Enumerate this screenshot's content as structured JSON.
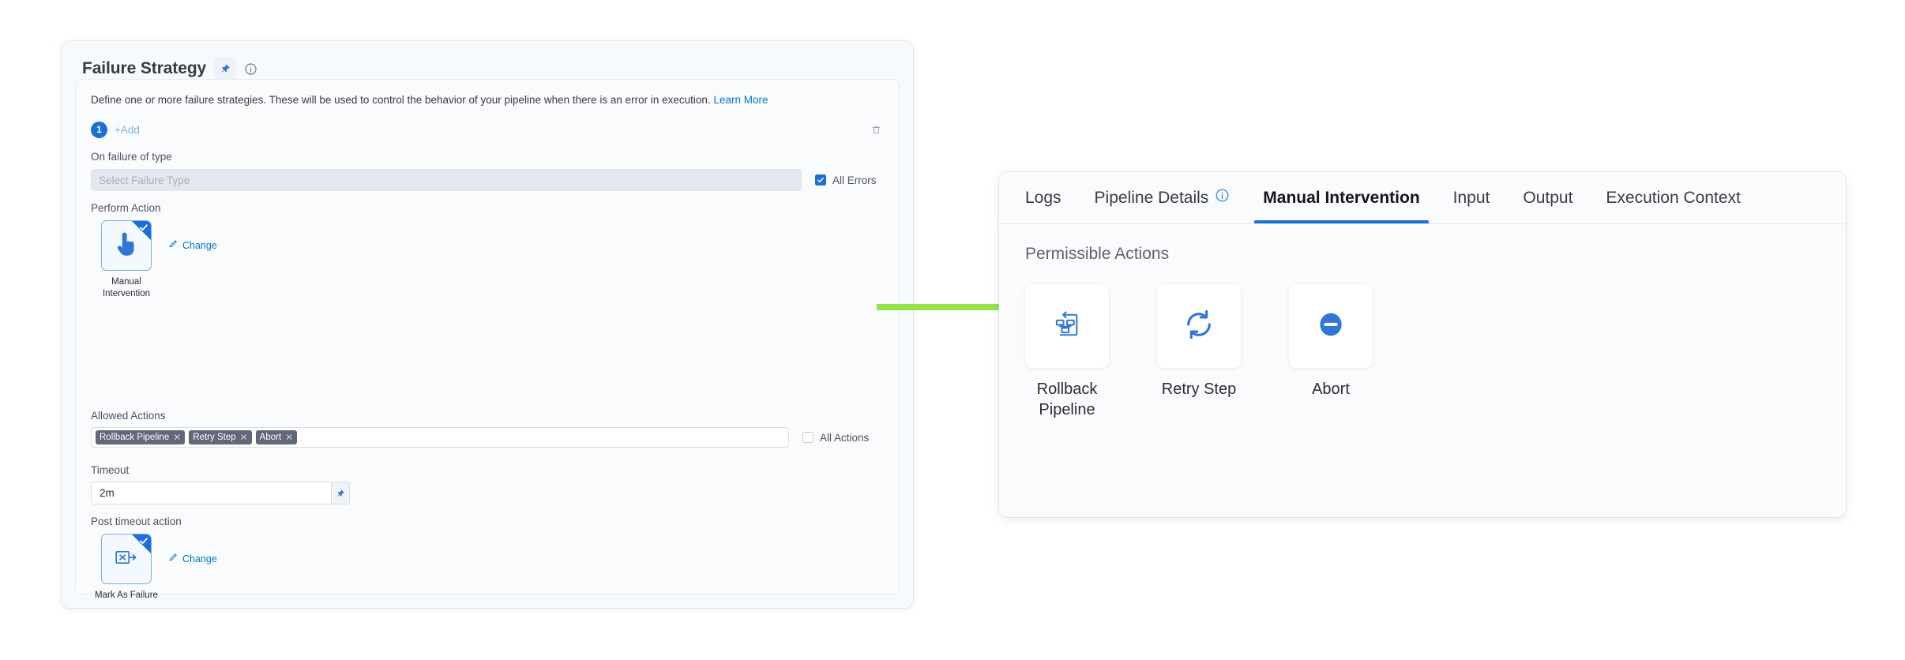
{
  "left_card": {
    "title": "Failure Strategy",
    "pin_icon": "pin-icon",
    "info_icon": "info-icon",
    "description": "Define one or more failure strategies. These will be used to control the behavior of your pipeline when there is an error in execution.",
    "learn_more": "Learn More",
    "strategy_index": "1",
    "add_label": "+Add",
    "delete_icon": "trash-icon",
    "fields": {
      "failure_type": {
        "label": "On failure of type",
        "value": "",
        "placeholder": "Select Failure Type",
        "checkbox_label": "All Errors",
        "checkbox_checked": true
      },
      "perform_action": {
        "label": "Perform Action",
        "selected_tile": "Manual\nIntervention",
        "selected_icon": "pointing-hand-icon",
        "change_label": "Change",
        "change_icon": "pencil-icon",
        "selected": true
      },
      "allowed_actions": {
        "label": "Allowed Actions",
        "tags": [
          "Rollback Pipeline",
          "Retry Step",
          "Abort"
        ],
        "checkbox_label": "All Actions",
        "checkbox_checked": false
      },
      "timeout": {
        "label": "Timeout",
        "value": "2m",
        "pin_icon": "pin-icon"
      },
      "post_timeout_action": {
        "label": "Post timeout action",
        "selected_tile": "Mark As\nFailure",
        "selected_icon": "mark-as-failure-icon",
        "change_label": "Change",
        "change_icon": "pencil-icon",
        "selected": true
      }
    }
  },
  "right_panel": {
    "tabs": [
      {
        "label": "Logs",
        "active": false,
        "icon": null
      },
      {
        "label": "Pipeline Details",
        "active": false,
        "icon": "info-icon"
      },
      {
        "label": "Manual Intervention",
        "active": true,
        "icon": null
      },
      {
        "label": "Input",
        "active": false,
        "icon": null
      },
      {
        "label": "Output",
        "active": false,
        "icon": null
      },
      {
        "label": "Execution Context",
        "active": false,
        "icon": null
      }
    ],
    "section_title": "Permissible Actions",
    "actions": [
      {
        "label": "Rollback\nPipeline",
        "icon": "rollback-pipeline-icon"
      },
      {
        "label": "Retry Step",
        "icon": "retry-icon"
      },
      {
        "label": "Abort",
        "icon": "abort-icon"
      }
    ]
  },
  "annotation": {
    "arrow_icon": "green-arrow-icon",
    "arrow_color": "#96e24a"
  },
  "colors": {
    "accent_blue": "#1b6fd6",
    "link_blue": "#0278d5",
    "tag_gray": "#62687a",
    "arrow_green": "#96e24a"
  }
}
